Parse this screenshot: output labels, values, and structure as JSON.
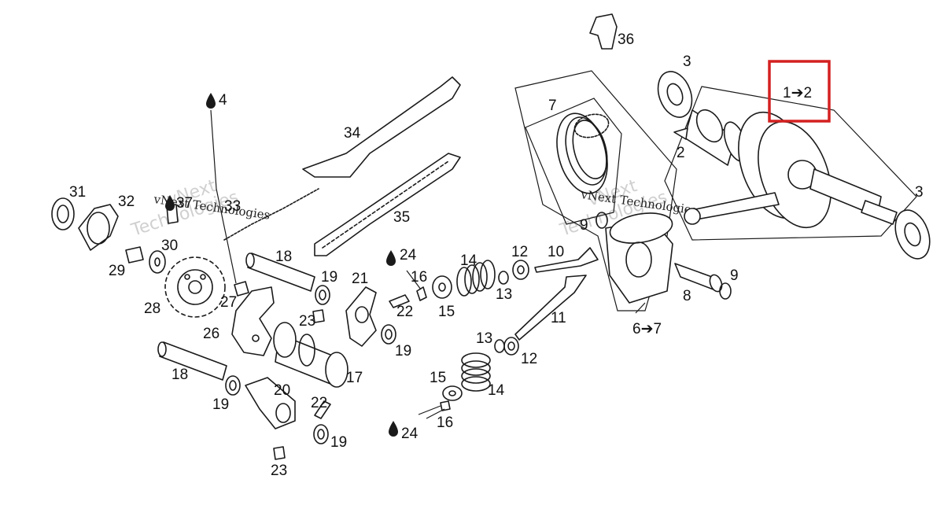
{
  "highlight": {
    "color": "#d42020",
    "label": "1➔2"
  },
  "watermark": {
    "line1": "vNext",
    "line2": "Technologies",
    "inline": "vNext Technologies"
  },
  "labels": {
    "l36": "36",
    "l3a": "3",
    "l3b": "3",
    "l2": "2",
    "l7": "7",
    "l4": "4",
    "l34": "34",
    "l31": "31",
    "l32": "32",
    "l37": "37",
    "l33": "33",
    "l35": "35",
    "l9a": "9",
    "l30": "30",
    "l29": "29",
    "l18a": "18",
    "l24a": "24",
    "l14a": "14",
    "l12a": "12",
    "l10": "10",
    "l19a": "19",
    "l21": "21",
    "l16a": "16",
    "l13a": "13",
    "l28": "28",
    "l27": "27",
    "l22a": "22",
    "l15a": "15",
    "l23a": "23",
    "l11": "11",
    "l8": "8",
    "l9b": "9",
    "l67": "6➔7",
    "l26": "26",
    "l19b": "19",
    "l13b": "13",
    "l12b": "12",
    "l17": "17",
    "l18b": "18",
    "l15b": "15",
    "l14b": "14",
    "l20": "20",
    "l19c": "19",
    "l22b": "22",
    "l16b": "16",
    "l24b": "24",
    "l19d": "19",
    "l23b": "23"
  },
  "icons": {
    "oil": "oil-drop-icon",
    "arrow": "right-arrow-icon"
  }
}
